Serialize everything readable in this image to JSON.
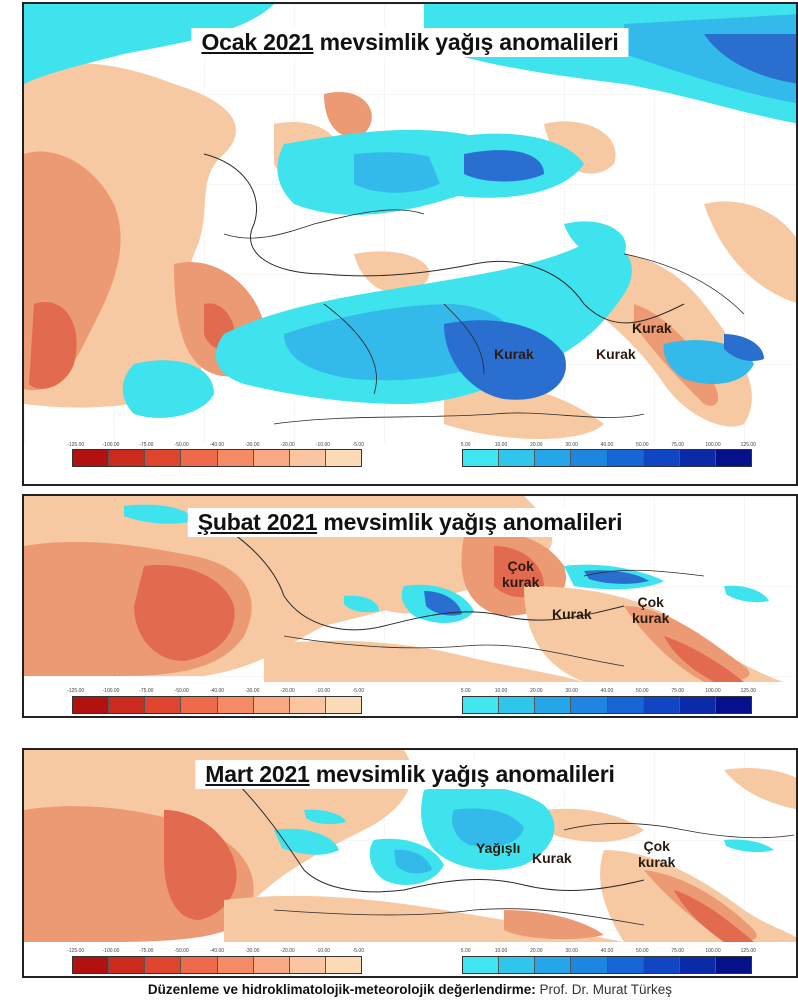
{
  "panels": [
    {
      "title_underlined": "Ocak 2021",
      "title_rest": " mevsimlik yağış anomalileri",
      "annotations": [
        {
          "text": "Kurak"
        },
        {
          "text": "Kurak"
        },
        {
          "text": "Kurak"
        }
      ]
    },
    {
      "title_underlined": "Şubat 2021",
      "title_rest": " mevsimlik yağış anomalileri",
      "annotations": [
        {
          "text": "Çok\nkurak"
        },
        {
          "text": "Kurak"
        },
        {
          "text": "Çok\nkurak"
        }
      ]
    },
    {
      "title_underlined": "Mart 2021",
      "title_rest": " mevsimlik yağış anomalileri",
      "annotations": [
        {
          "text": "Yağışlı"
        },
        {
          "text": "Kurak"
        },
        {
          "text": "Çok\nkurak"
        }
      ]
    }
  ],
  "legend": {
    "negative_labels": [
      "-125.00",
      "-100.00",
      "-75.00",
      "-50.00",
      "-40.00",
      "-30.00",
      "-20.00",
      "-10.00",
      "-5.00"
    ],
    "positive_labels": [
      "5.00",
      "10.00",
      "20.00",
      "30.00",
      "40.00",
      "50.00",
      "75.00",
      "100.00",
      "125.00"
    ],
    "negative_colors": [
      "#b2120f",
      "#cc2a1e",
      "#e0462f",
      "#ee6a4a",
      "#f48a66",
      "#f8a883",
      "#fac5a0",
      "#fcdcb8"
    ],
    "positive_colors": [
      "#3fe6f0",
      "#2fc6ec",
      "#25a6e8",
      "#1e86e0",
      "#1766d6",
      "#1046c4",
      "#0a2aa8",
      "#04118a"
    ]
  },
  "footer": {
    "lead": "Düzenleme ve hidroklimatolojik-meteorolojik değerlendirme:",
    "author": " Prof. Dr. Murat Türkeş"
  },
  "colors": {
    "dry_fill": "#f6c9a2",
    "dry_strong": "#ec9a74",
    "dry_extreme": "#e26a4e",
    "wet_fill": "#3ee3ee",
    "wet_mid": "#33b9ea",
    "wet_strong": "#2a6fd0"
  }
}
